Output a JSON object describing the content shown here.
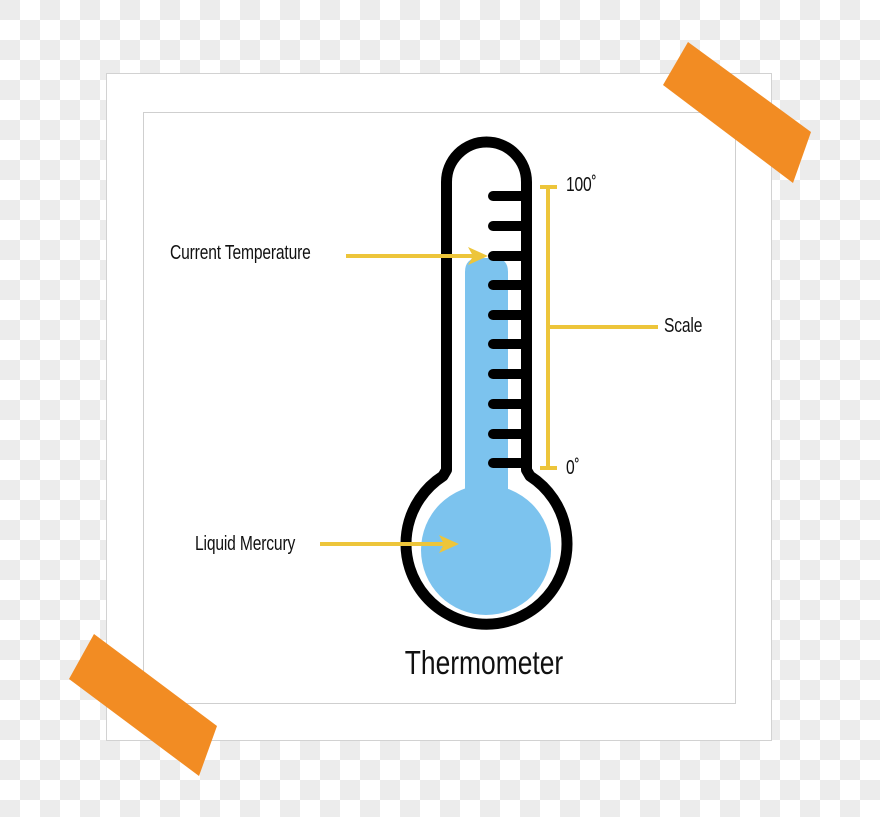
{
  "diagram": {
    "title": "Thermometer",
    "labels": {
      "current_temperature": "Current Temperature",
      "liquid_mercury": "Liquid Mercury",
      "scale": "Scale",
      "scale_max": "100˚",
      "scale_min": "0˚"
    },
    "scale": {
      "min": 0,
      "max": 100,
      "unit": "˚",
      "tick_count": 10
    },
    "colors": {
      "outline": "#000000",
      "mercury": "#7cc3ee",
      "annotation": "#edc53a",
      "tape": "#f28c23",
      "frame_border": "#d0d0d0",
      "checker_light": "#ffffff",
      "checker_dark": "#ececec"
    },
    "decorations": {
      "tape_pieces": [
        "top-right",
        "bottom-left"
      ]
    }
  }
}
